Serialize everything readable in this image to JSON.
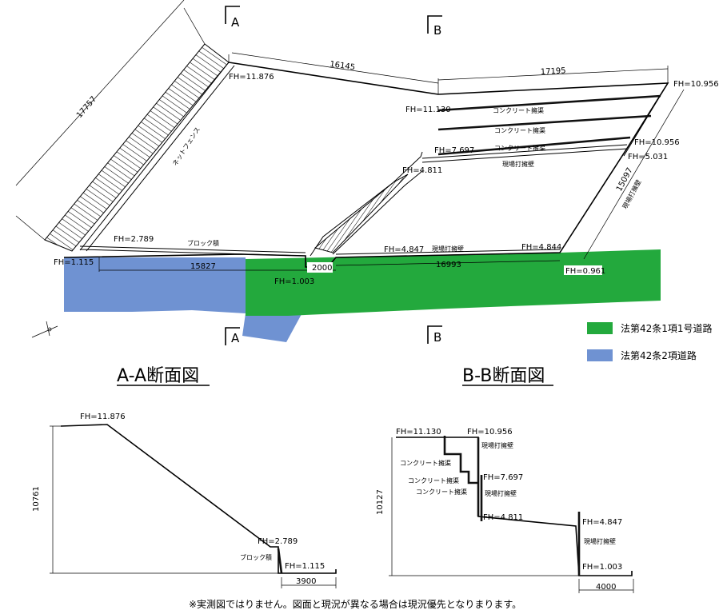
{
  "plan": {
    "section_markers": {
      "a": "A",
      "b": "B"
    },
    "dimensions": {
      "top_left": "16145",
      "top_right": "17195",
      "left_diagonal": "17757",
      "right_diagonal": "15097",
      "bottom_left": "15827",
      "bottom_mid": "2000",
      "bottom_right": "16993"
    },
    "fh": {
      "top_left": "FH=11.876",
      "top_mid": "FH=11.130",
      "top_right": "FH=10.956",
      "right_mid": "FH=10.956",
      "right_low": "FH=5.031",
      "mid_upper": "FH=7.697",
      "mid_lower": "FH=4.811",
      "left_low": "FH=2.789",
      "left_corner": "FH=1.115",
      "bottom_mid": "FH=1.003",
      "bottom_right_upper": "FH=4.847",
      "bottom_right_far": "FH=4.844",
      "bottom_right_corner": "FH=0.961"
    },
    "labels": {
      "concrete_channel_1": "コンクリート擁渠",
      "concrete_channel_2": "コンクリート擁渠",
      "concrete_channel_3": "コンクリート擁渠",
      "retaining_wall_mid": "現場打擁壁",
      "retaining_wall_right": "現場打擁壁",
      "retaining_wall_bottom": "現場打擁壁",
      "net_fence": "ネットフェンス",
      "block_wall": "ブロック積"
    }
  },
  "legend": {
    "items": [
      {
        "label": "法第42条1項1号道路",
        "color": "#23a93d"
      },
      {
        "label": "法第42条2項道路",
        "color": "#6f92d2"
      }
    ]
  },
  "section_aa": {
    "title": "A-A断面図",
    "height_dim": "10761",
    "base_dim": "3900",
    "fh_top": "FH=11.876",
    "fh_mid": "FH=2.789",
    "fh_bottom": "FH=1.115",
    "block_wall_label": "ブロック積"
  },
  "section_bb": {
    "title": "B-B断面図",
    "height_dim": "10127",
    "base_dim": "4000",
    "fh": {
      "top_left": "FH=11.130",
      "top_right": "FH=10.956",
      "mid": "FH=7.697",
      "lower": "FH=4.811",
      "right_upper": "FH=4.847",
      "bottom": "FH=1.003"
    },
    "labels": {
      "wall_1": "現場打擁壁",
      "wall_2": "現場打擁壁",
      "wall_3": "現場打擁壁",
      "channel_1": "コンクリート擁渠",
      "channel_2": "コンクリート擁渠",
      "channel_3": "コンクリート擁渠"
    }
  },
  "footer_note": "※実測図ではりません。図面と現況が異なる場合は現況優先となりまります。"
}
